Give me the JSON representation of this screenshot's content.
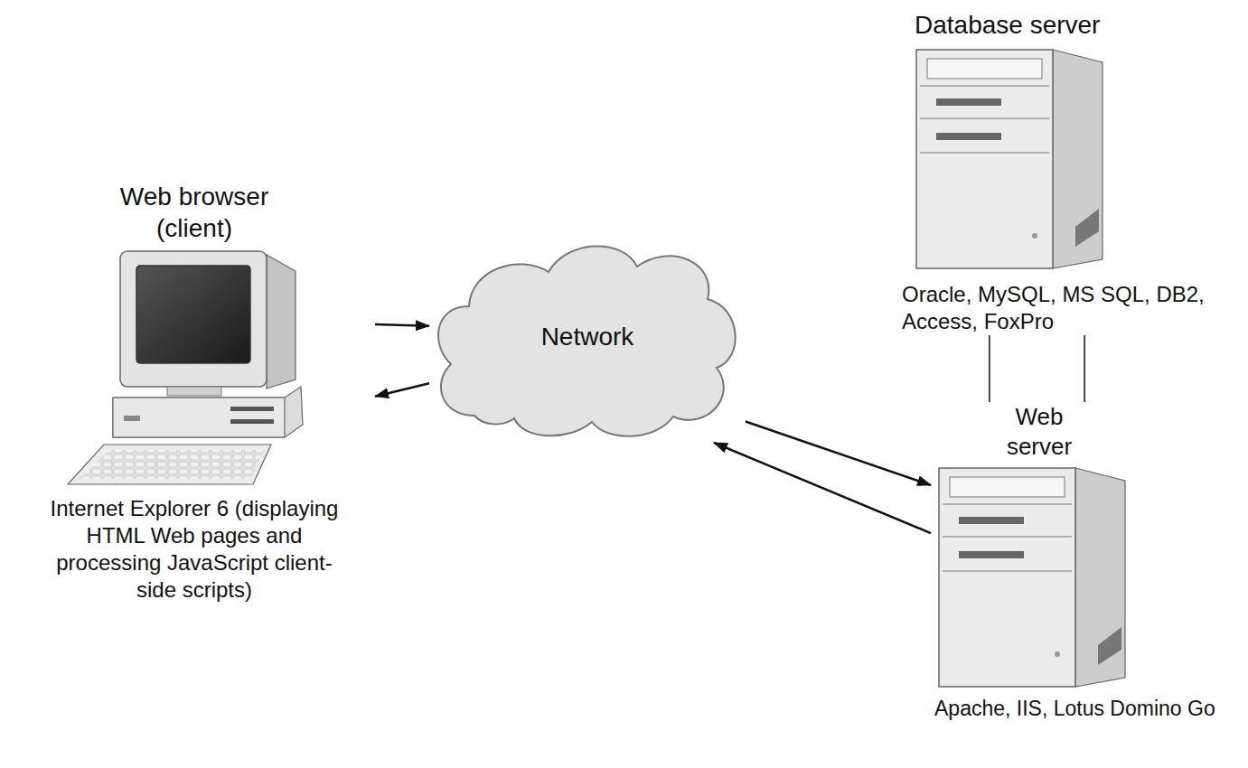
{
  "diagram": {
    "nodes": [
      {
        "text": [
          "Web browser (client)",
          "Internet Explorer 6 (displaying HTML Web pages and processing JavaScript client-side scripts)"
        ]
      },
      {
        "text": [
          "Network"
        ]
      },
      {
        "text": [
          "Database server",
          "Oracle, MySQL, MS SQL, DB2, Access, FoxPro"
        ]
      },
      {
        "text": [
          "Web server",
          "Apache, IIS, Lotus Domino Go"
        ]
      }
    ],
    "edges": [
      {
        "from": 0,
        "to": 1,
        "arrow": "to"
      },
      {
        "from": 1,
        "to": 0,
        "arrow": "to"
      },
      {
        "from": 1,
        "to": 3,
        "arrow": "to"
      },
      {
        "from": 3,
        "to": 1,
        "arrow": "to"
      },
      {
        "from": 2,
        "to": 3,
        "arrow": "none"
      },
      {
        "from": 2,
        "to": 3,
        "arrow": "none"
      }
    ]
  }
}
